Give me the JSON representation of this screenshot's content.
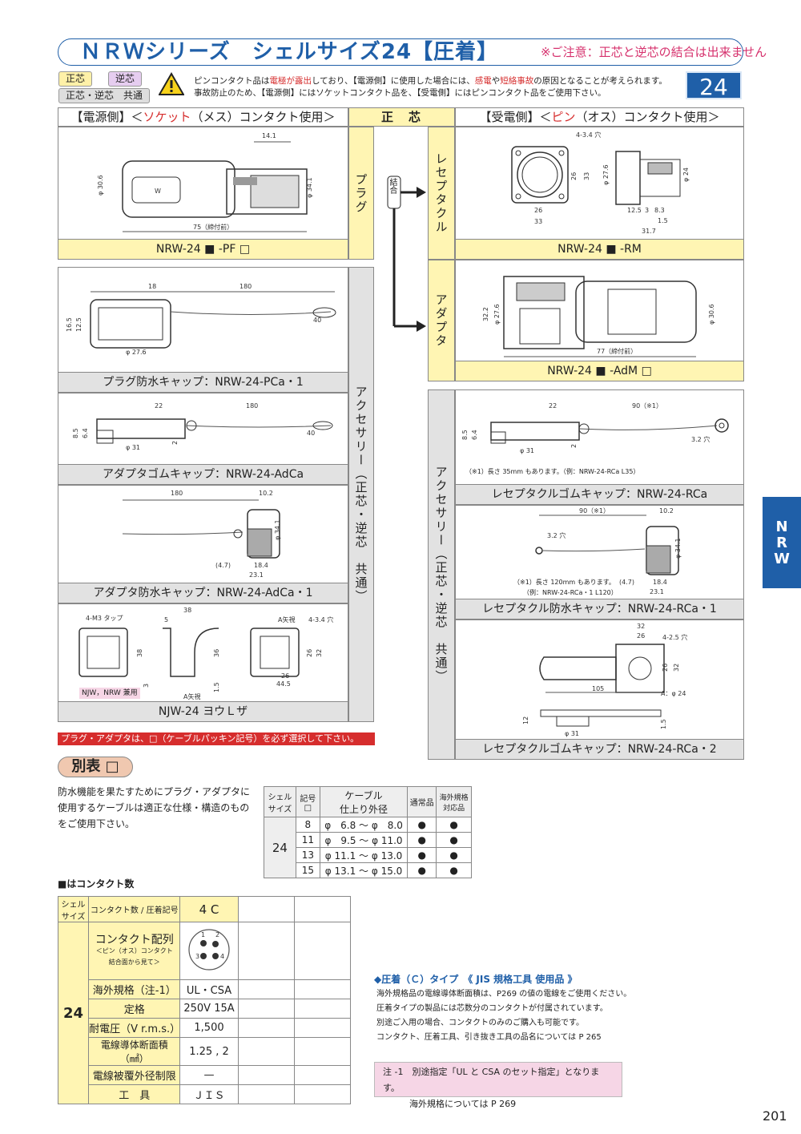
{
  "header": {
    "title": "ＮＲＷシリーズ　シェルサイズ24【圧着】",
    "note": "※ご注意：正芯と逆芯の結合は出来ません",
    "size": "24"
  },
  "badges": {
    "seishin": "正芯",
    "gyakushin": "逆芯",
    "common": "正芯・逆芯　共通"
  },
  "warning": {
    "line1_a": "ピンコンタクト品は",
    "line1_b": "電極が露出",
    "line1_c": "しており、【電源側】に使用した場合には、",
    "line1_d": "感電",
    "line1_e": "や",
    "line1_f": "短絡事故",
    "line1_g": "の原因となることが考えられます。",
    "line2": "事故防止のため、【電源側】にはソケットコンタクト品を、【受電側】にはピンコンタクト品をご使用下さい。"
  },
  "columns": {
    "left_a": "【電源側】＜",
    "left_b": "ソケット",
    "left_c": "（メス）コンタクト使用＞",
    "middle": "正　芯",
    "right_a": "【受電側】＜",
    "right_b": "ピン",
    "right_c": "（オス）コンタクト使用＞"
  },
  "labels": {
    "plug": "プラグ",
    "receptacle": "レセプタクル",
    "adapter": "アダプタ",
    "connect": "結合",
    "accessory_common": "アクセサリー（正芯・逆芯　共通）"
  },
  "products": {
    "plug": "NRW-24 ■ -PF □",
    "receptacle": "NRW-24 ■ -RM",
    "adapter": "NRW-24 ■ -AdM □",
    "plug_cap": "プラグ防水キャップ：NRW-24-PCa・1",
    "adapter_rubber": "アダプタゴムキャップ：NRW-24-AdCa",
    "adapter_cap": "アダプタ防水キャップ：NRW-24-AdCa・1",
    "njw": "NJW-24 ヨウＬザ",
    "rec_rubber": "レセプタクルゴムキャップ：NRW-24-RCa",
    "rec_cap": "レセプタクル防水キャップ：NRW-24-RCa・1",
    "rec_rubber2": "レセプタクルゴムキャップ：NRW-24-RCa・2"
  },
  "dims": {
    "plug": [
      "14.1",
      "φ 30.6",
      "φ 34.1",
      "75（締付前）",
      "W"
    ],
    "receptacle": [
      "4-3.4 穴",
      "26",
      "33",
      "φ 27.6",
      "φ 24",
      "12.5",
      "3",
      "8.3",
      "1.5",
      "31.7"
    ],
    "adapter": [
      "32.2",
      "φ 27.6",
      "φ 30.6",
      "77（締付前）"
    ],
    "plug_cap": [
      "18",
      "180",
      "16.5",
      "12.5",
      "40",
      "φ 27.6"
    ],
    "adapter_rubber": [
      "22",
      "180",
      "8.5",
      "6.4",
      "2",
      "40",
      "φ 31"
    ],
    "adapter_cap": [
      "180",
      "10.2",
      "φ 34.1",
      "(4.7)",
      "18.4",
      "23.1"
    ],
    "njw": [
      "4-M3 タップ",
      "38",
      "5",
      "A矢視",
      "4-3.4 穴",
      "38",
      "36",
      "26",
      "32",
      "3",
      "1.5",
      "26",
      "44.5",
      "A矢視"
    ],
    "rec_rubber": [
      "22",
      "90（※1）",
      "8.5",
      "6.4",
      "2",
      "3.2 穴",
      "φ 31"
    ],
    "rec_rubber_note": "（※1）長さ 35mm もあります。（例：NRW-24-RCa L35）",
    "rec_cap": [
      "90（※1）",
      "10.2",
      "3.2 穴",
      "φ 34.1",
      "(4.7)",
      "18.4",
      "23.1"
    ],
    "rec_cap_note1": "（※1）長さ 120mm もあります。",
    "rec_cap_note2": "（例：NRW-24-RCa・1 L120）",
    "rec_rubber2": [
      "32",
      "26",
      "4-2.5 穴",
      "26",
      "32",
      "105",
      "A：φ 24",
      "12",
      "1.5",
      "φ 31"
    ]
  },
  "njw_tag": "NJW，NRW 兼用",
  "red_note": "プラグ・アダプタは、□（ケーブルパッキン記号）を必ず選択して下さい。",
  "beppyo": {
    "title": "別表 □",
    "text": [
      "防水機能を果たすためにプラグ・アダプタに",
      "使用するケーブルは適正な仕様・構造のもの",
      "をご使用下さい。"
    ],
    "headers": [
      "シェル\nサイズ",
      "記号\n□",
      "ケーブル\n仕上り外径",
      "通常品",
      "海外規格\n対応品"
    ],
    "size": "24",
    "rows": [
      {
        "code": "8",
        "range": "φ　6.8 〜 φ　8.0",
        "normal": "●",
        "overseas": "●"
      },
      {
        "code": "11",
        "range": "φ　9.5 〜 φ 11.0",
        "normal": "●",
        "overseas": "●"
      },
      {
        "code": "13",
        "range": "φ 11.1 〜 φ 13.0",
        "normal": "●",
        "overseas": "●"
      },
      {
        "code": "15",
        "range": "φ 13.1 〜 φ 15.0",
        "normal": "●",
        "overseas": "●"
      }
    ]
  },
  "contact_heading": "■はコンタクト数",
  "spec": {
    "h_shell": "シェル\nサイズ",
    "h_contact": "コンタクト数 / 圧着記号",
    "h_value": "4 C",
    "size": "24",
    "layout_label": "コンタクト配列",
    "layout_sub1": "＜ピン（オス）コンタクト",
    "layout_sub2": "結合面から見て＞",
    "pins": [
      "1",
      "2",
      "3",
      "4"
    ],
    "rows": [
      {
        "label": "海外規格（注-1）",
        "value": "UL・CSA"
      },
      {
        "label": "定格",
        "value": "250V 15A"
      },
      {
        "label": "耐電圧（V r.m.s.）",
        "value": "1,500"
      },
      {
        "label": "電線導体断面積（㎟）",
        "value": "1.25 , 2"
      },
      {
        "label": "電線被覆外径制限",
        "value": "—"
      },
      {
        "label": "工　具",
        "value": "ＪＩＳ"
      }
    ]
  },
  "crimp": {
    "title": "◆圧着（Ｃ）タイプ　《 JIS 規格工具 使用品 》",
    "lines": [
      "海外規格品の電線導体断面積は、P269 の値の電線をご使用ください。",
      "圧着タイプの製品には芯数分のコンタクトが付属されています。",
      "別途ご入用の場合、コンタクトのみのご購入も可能です。",
      "コンタクト、圧着工具、引き抜き工具の品名については P 265"
    ]
  },
  "note1": [
    "注 -1　別途指定「UL と CSA のセット指定」となります。",
    "　　　海外規格については P 269"
  ],
  "side_tab": [
    "N",
    "R",
    "W"
  ],
  "page_number": "201",
  "colors": {
    "brand": "#1f5fa8",
    "yellow": "#fff5b3",
    "red": "#d62d2d",
    "pink": "#f6d6e6"
  }
}
